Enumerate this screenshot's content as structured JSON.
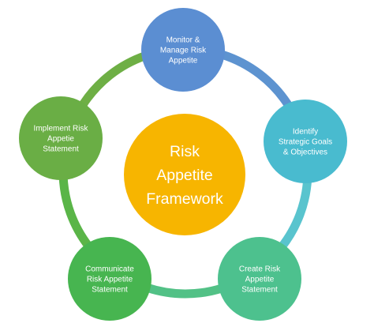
{
  "center": {
    "lines": [
      "Risk",
      "Appetite",
      "Framework"
    ],
    "color": "#F7B500"
  },
  "nodes": [
    {
      "id": "monitor",
      "lines": [
        "Monitor &",
        "Manage Risk",
        "Appetite"
      ],
      "color": "#5B8ED2"
    },
    {
      "id": "identify",
      "lines": [
        "Identify",
        "Strategic Goals",
        "& Objectives"
      ],
      "color": "#49BBCF"
    },
    {
      "id": "create",
      "lines": [
        "Create Risk",
        "Appetite",
        "Statement"
      ],
      "color": "#4DC18E"
    },
    {
      "id": "communicate",
      "lines": [
        "Communicate",
        "Risk Appetite",
        "Statement"
      ],
      "color": "#47B550"
    },
    {
      "id": "implement",
      "lines": [
        "Implement Risk",
        "Appetie",
        "Statement"
      ],
      "color": "#6AAE45"
    }
  ],
  "ring_segments": [
    {
      "from": "monitor",
      "to": "identify",
      "color": "#5D93D0"
    },
    {
      "from": "identify",
      "to": "create",
      "color": "#59C4CE"
    },
    {
      "from": "create",
      "to": "communicate",
      "color": "#52C186"
    },
    {
      "from": "communicate",
      "to": "implement",
      "color": "#5AB548"
    },
    {
      "from": "implement",
      "to": "monitor",
      "color": "#6EAF45"
    }
  ]
}
